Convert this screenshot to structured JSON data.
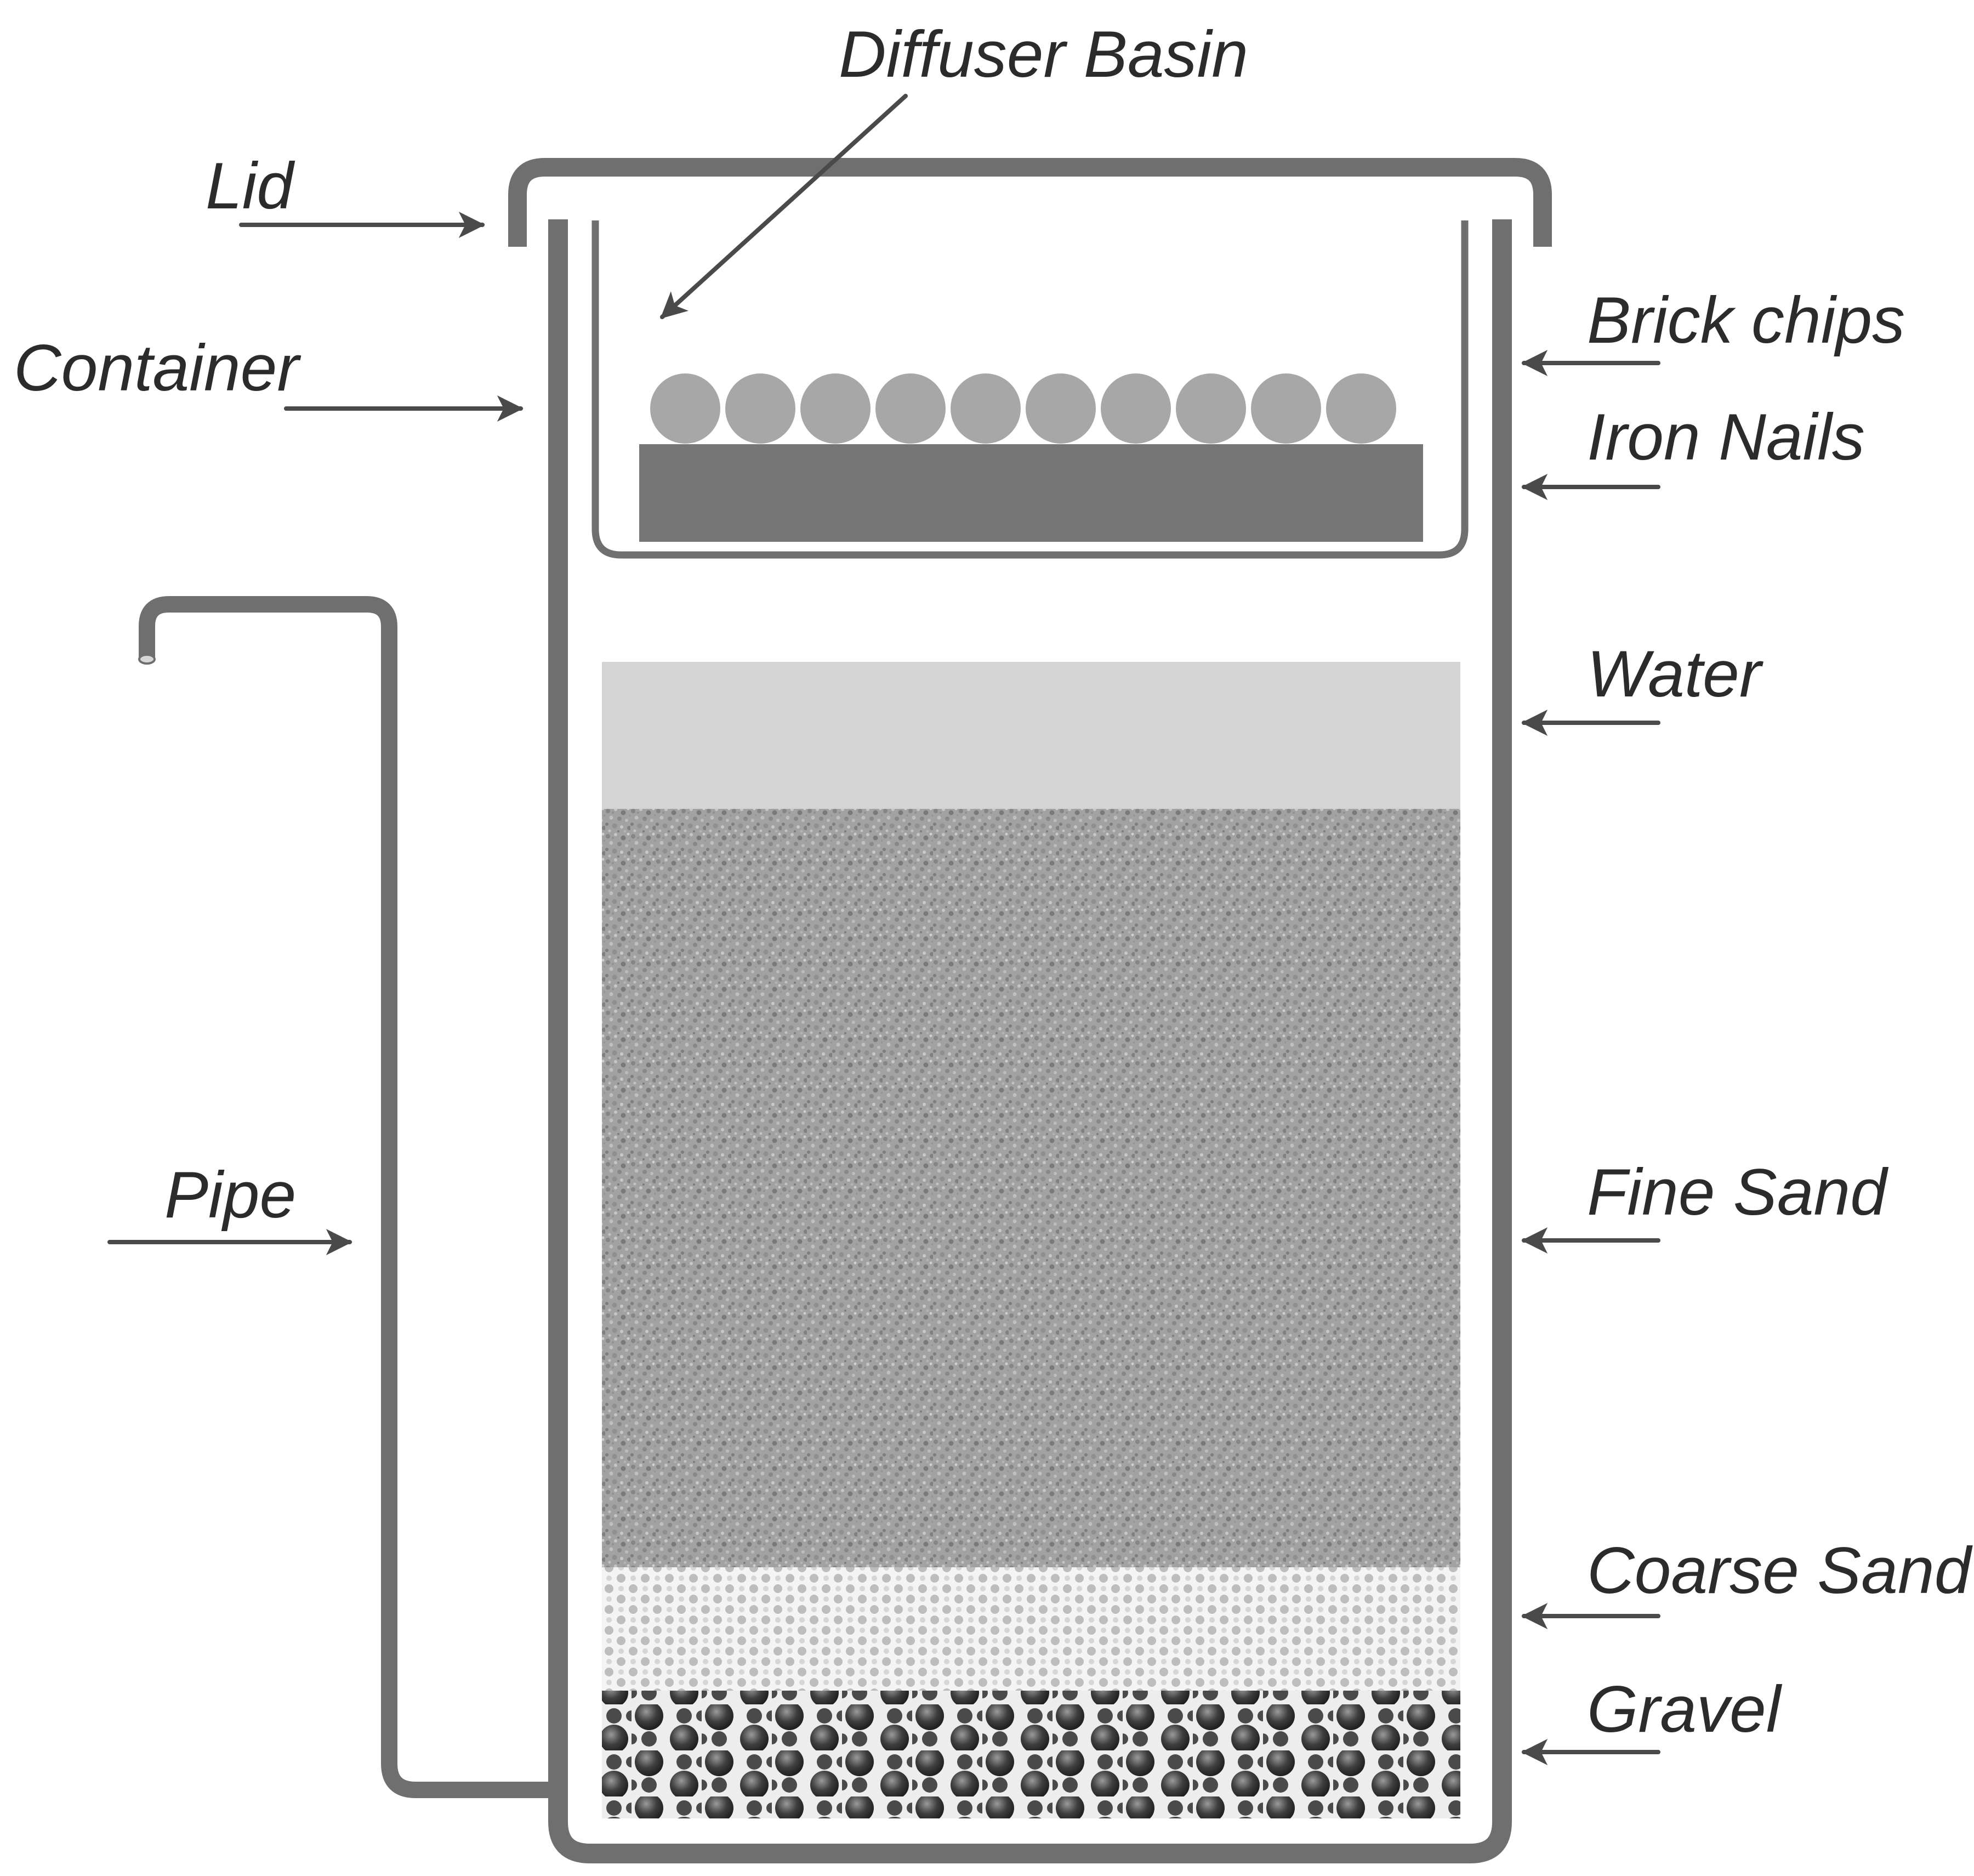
{
  "labels": {
    "diffuser_basin": "Diffuser Basin",
    "lid": "Lid",
    "container": "Container",
    "pipe": "Pipe",
    "brick_chips": "Brick chips",
    "iron_nails": "Iron Nails",
    "water": "Water",
    "fine_sand": "Fine Sand",
    "coarse_sand": "Coarse Sand",
    "gravel": "Gravel"
  },
  "colors": {
    "outline": "#6f6f6f",
    "arrow": "#4a4a4a",
    "brick_chips": "#a7a7a7",
    "iron_nails": "#767676",
    "water": "#d4d4d4",
    "fine_sand": "#9c9c9c",
    "coarse_sand": "#b8b8b8",
    "gravel": "#3d3d3d"
  }
}
